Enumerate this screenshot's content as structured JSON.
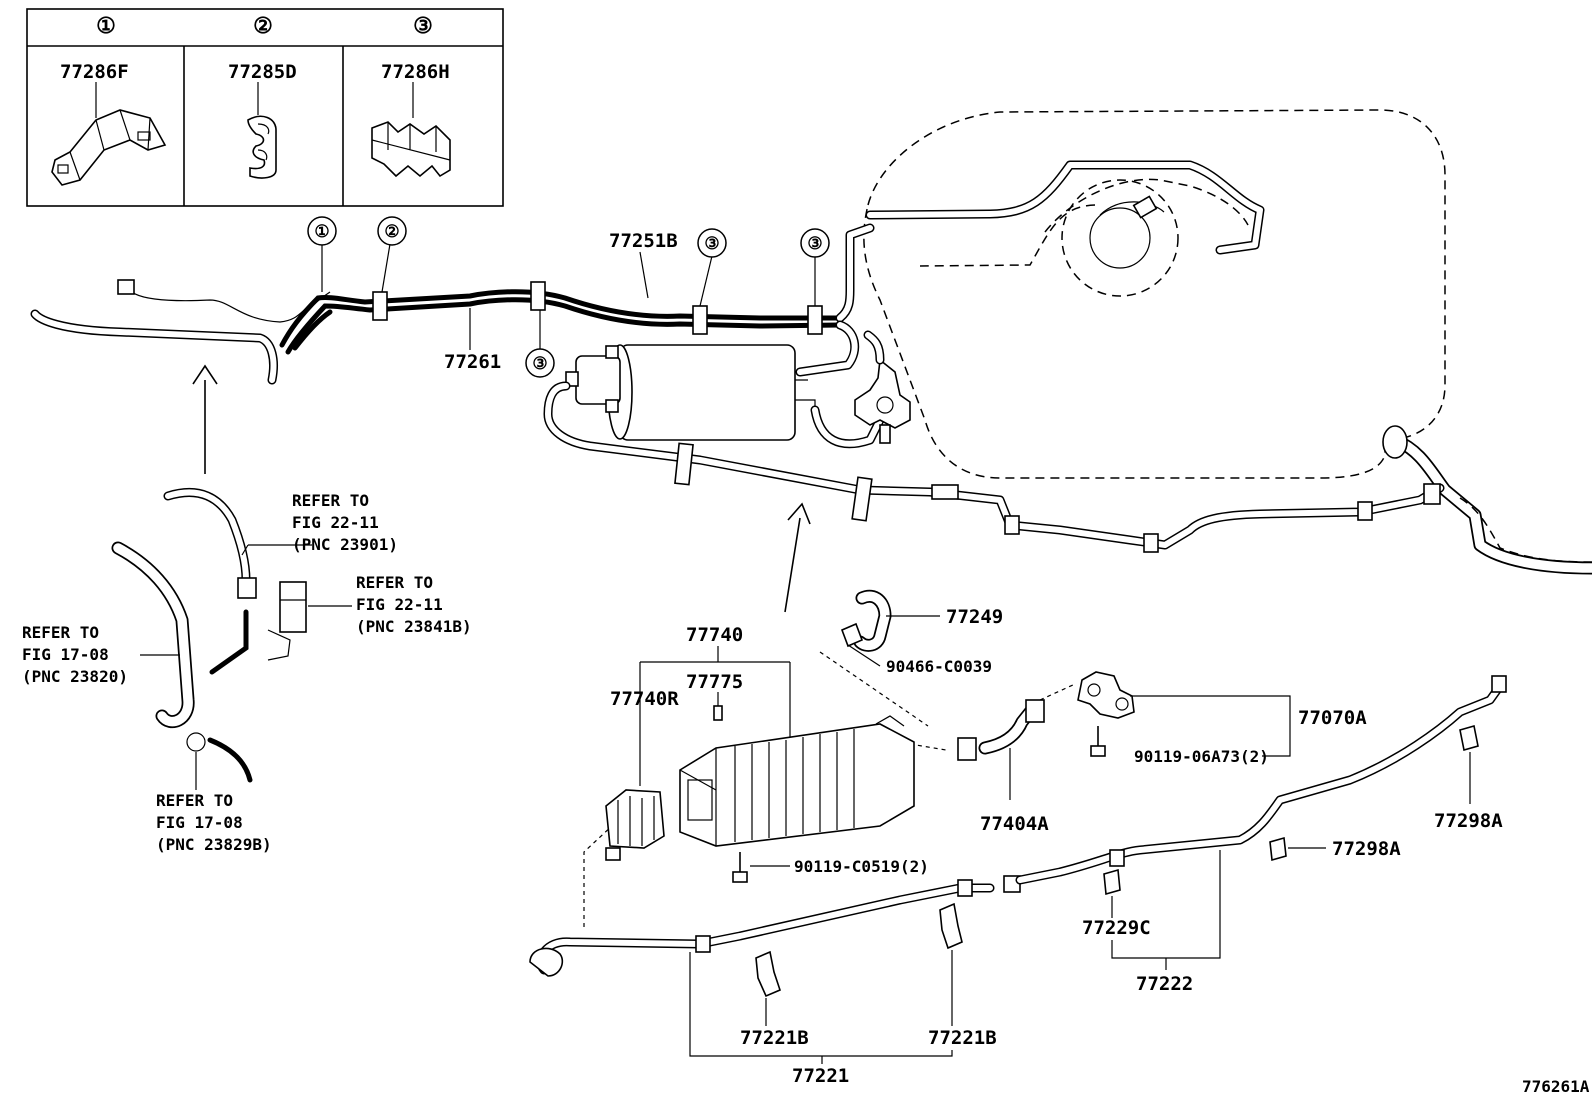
{
  "legend": [
    {
      "marker": "①",
      "part": "77286F"
    },
    {
      "marker": "②",
      "part": "77285D"
    },
    {
      "marker": "③",
      "part": "77286H"
    }
  ],
  "callouts": {
    "c1": "①",
    "c2": "②",
    "c3a": "③",
    "c3b": "③",
    "c3c": "③"
  },
  "labels": {
    "p77251B": "77251B",
    "p77261": "77261",
    "p77249": "77249",
    "p90466": "90466-C0039",
    "p77740": "77740",
    "p77775": "77775",
    "p77740R": "77740R",
    "p77070A": "77070A",
    "p90119a": "90119-06A73(2)",
    "p77404A": "77404A",
    "p77298A_1": "77298A",
    "p77298A_2": "77298A",
    "p90119b": "90119-C0519(2)",
    "p77229C": "77229C",
    "p77222": "77222",
    "p77221B_1": "77221B",
    "p77221B_2": "77221B",
    "p77221": "77221",
    "figure_id": "776261A"
  },
  "references": {
    "r1": [
      "REFER TO",
      "FIG 22-11",
      "(PNC 23901)"
    ],
    "r2": [
      "REFER TO",
      "FIG 22-11",
      "(PNC 23841B)"
    ],
    "r3": [
      "REFER TO",
      "FIG 17-08",
      "(PNC 23820)"
    ],
    "r4": [
      "REFER TO",
      "FIG 17-08",
      "(PNC 23829B)"
    ]
  }
}
